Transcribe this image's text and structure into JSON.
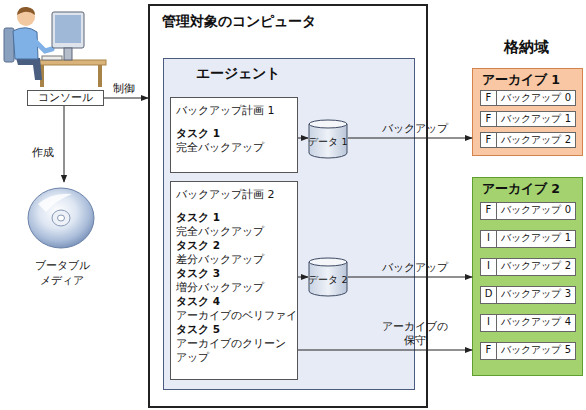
{
  "diagram": {
    "nodes": [
      {
        "text": [
          "コンソール"
        ]
      },
      {
        "text": [
          "ブータブル メディア"
        ]
      },
      {
        "text": [
          "管理対象のコンピュータ"
        ]
      },
      {
        "text": [
          "エージェント"
        ],
        "in": 2
      },
      {
        "text": [
          "バックアップ計画 1",
          "タスク 1",
          "完全バックアップ"
        ],
        "in": 3
      },
      {
        "text": [
          "データ 1"
        ],
        "in": 3
      },
      {
        "text": [
          "バックアップ計画 2",
          "タスク 1",
          "完全バックアップ",
          "タスク 2",
          "差分バックアップ",
          "タスク 3",
          "増分バックアップ",
          "タスク 4",
          "アーカイブのベリファイ",
          "タスク 5",
          "アーカイブのクリーン アップ"
        ],
        "in": 3
      },
      {
        "text": [
          "データ 2"
        ],
        "in": 3
      },
      {
        "text": [
          "アーカイブ 1"
        ]
      },
      {
        "text": [
          "F",
          "バックアップ 0"
        ],
        "in": 8
      },
      {
        "text": [
          "F",
          "バックアップ 1"
        ],
        "in": 8
      },
      {
        "text": [
          "F",
          "バックアップ 2"
        ],
        "in": 8
      },
      {
        "text": [
          "アーカイブ 2"
        ]
      },
      {
        "text": [
          "F",
          "バックアップ 0"
        ],
        "in": 12
      },
      {
        "text": [
          "I",
          "バックアップ 1"
        ],
        "in": 12
      },
      {
        "text": [
          "I",
          "バックアップ 2"
        ],
        "in": 12
      },
      {
        "text": [
          "D",
          "バックアップ 3"
        ],
        "in": 12
      },
      {
        "text": [
          "I",
          "バックアップ 4"
        ],
        "in": 12
      },
      {
        "text": [
          "F",
          "バックアップ 5"
        ],
        "in": 12
      }
    ],
    "edges": [
      {
        "from": 0,
        "to": 2,
        "label": "制御",
        "arrow": "to"
      },
      {
        "from": 0,
        "to": 1,
        "label": "作成",
        "arrow": "to"
      },
      {
        "from": 4,
        "to": 5,
        "arrow": "to"
      },
      {
        "from": 5,
        "to": 8,
        "label": "バックアップ",
        "arrow": "to"
      },
      {
        "from": 6,
        "to": 7,
        "arrow": "to"
      },
      {
        "from": 7,
        "to": 12,
        "label": "バックアップ",
        "arrow": "to"
      },
      {
        "from": 6,
        "to": 12,
        "label": "アーカイブの 保守",
        "arrow": "to"
      }
    ],
    "labels": [
      "格納域"
    ]
  }
}
